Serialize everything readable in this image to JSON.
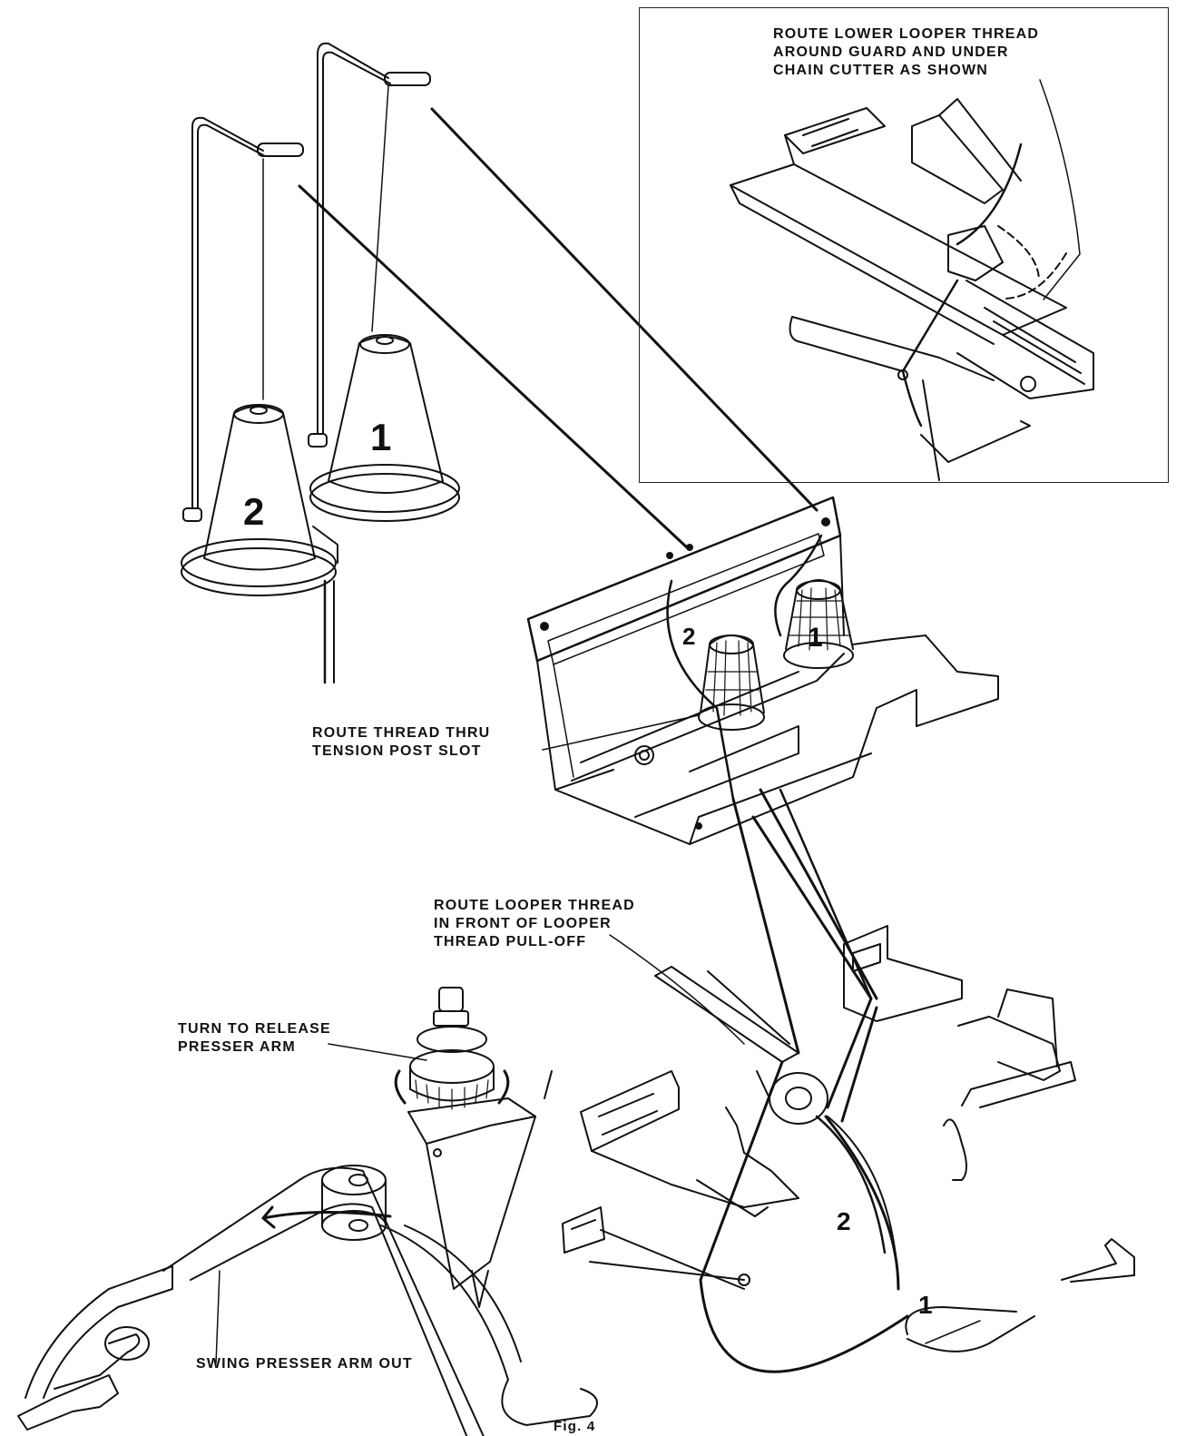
{
  "labels": {
    "inset_note": "ROUTE LOWER LOOPER THREAD\nAROUND GUARD AND UNDER\nCHAIN CUTTER AS SHOWN",
    "tension_post": "ROUTE THREAD THRU\nTENSION POST SLOT",
    "looper_thread": "ROUTE LOOPER THREAD\nIN FRONT OF LOOPER\nTHREAD PULL-OFF",
    "turn_release": "TURN TO RELEASE\nPRESSER ARM",
    "swing_arm": "SWING PRESSER ARM OUT",
    "figure_caption": "Fig. 4"
  },
  "markers": {
    "cone_1": "1",
    "cone_2": "2",
    "dial_1": "1",
    "dial_2": "2",
    "looper_1": "1",
    "looper_2": "2"
  },
  "colors": {
    "ink": "#111111",
    "background": "#ffffff"
  }
}
